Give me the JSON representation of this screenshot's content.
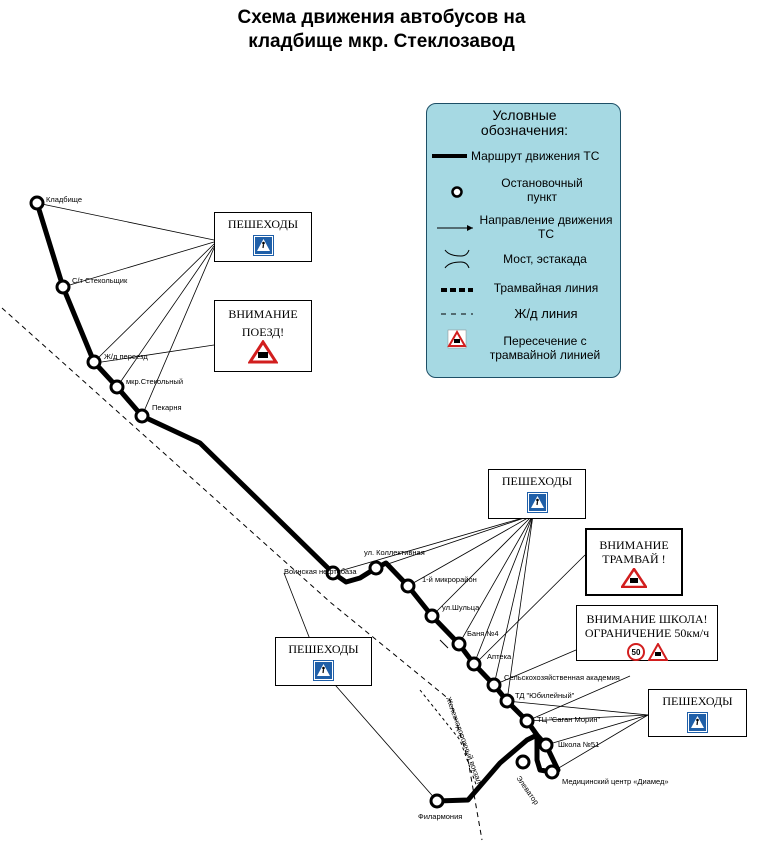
{
  "title": {
    "line1": "Схема движения автобусов на",
    "line2": "кладбище мкр. Стеклозавод"
  },
  "stops": [
    {
      "id": "kladbische",
      "label": "Кладбище"
    },
    {
      "id": "steklo",
      "label": "С/т Стекольщик"
    },
    {
      "id": "zhd",
      "label": "Ж/д переезд"
    },
    {
      "id": "mkr",
      "label": "мкр.Стекольный"
    },
    {
      "id": "pekarnya",
      "label": "Пекарня"
    },
    {
      "id": "voinskaya",
      "label": "Воинская нефтебаза"
    },
    {
      "id": "kollektivnaya",
      "label": "ул. Коллективная"
    },
    {
      "id": "mikro1",
      "label": "1-й микрорайон"
    },
    {
      "id": "shulca",
      "label": "ул.Шульца"
    },
    {
      "id": "banya",
      "label": "Баня №4"
    },
    {
      "id": "apteka",
      "label": "Аптека"
    },
    {
      "id": "selhoz",
      "label": "Сельскохозяйственная академия"
    },
    {
      "id": "yubileyny",
      "label": "ТД \"Юбилейный\""
    },
    {
      "id": "sagan",
      "label": "ТЦ \"Саган Морин\""
    },
    {
      "id": "shkola",
      "label": "Школа №51"
    },
    {
      "id": "diamed",
      "label": "Медицинский центр «Диамед»"
    },
    {
      "id": "elevator",
      "label": "Элеватор"
    },
    {
      "id": "filarmoniya",
      "label": "Филармония"
    }
  ],
  "rail_label": "Железнодорожный вокзал",
  "signs": {
    "pedestrians": "ПЕШЕХОДЫ",
    "attention_train_line1": "ВНИМАНИЕ",
    "attention_train_line2": "ПОЕЗД!",
    "attention_tram_line1": "ВНИМАНИЕ",
    "attention_tram_line2": "ТРАМВАЙ !",
    "school_line1": "ВНИМАНИЕ ШКОЛА!",
    "school_line2": "ОГРАНИЧЕНИЕ 50км/ч",
    "speed_limit": "50"
  },
  "legend": {
    "title_line1": "Условные",
    "title_line2": "обозначения:",
    "route": "Маршрут движения ТС",
    "stop_line1": "Остановочный",
    "stop_line2": "пункт",
    "direction_line1": "Направление движения",
    "direction_line2": "ТС",
    "bridge": "Мост, эстакада",
    "tram": "Трамвайная линия",
    "rail": "Ж/д линия",
    "crossing_line1": "Пересечение с",
    "crossing_line2": "трамвайной линией"
  },
  "colors": {
    "legend_bg": "#a6d9e3",
    "legend_border": "#1d4f66",
    "pedestrian_sign": "#1f5fa8",
    "warning_red": "#d21e1e"
  }
}
